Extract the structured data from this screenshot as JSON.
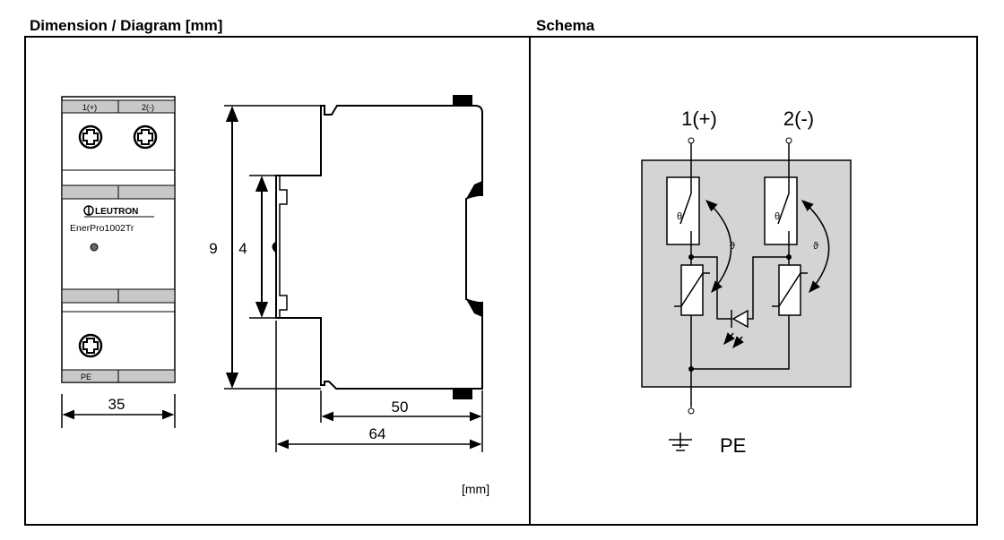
{
  "headings": {
    "left": "Dimension / Diagram [mm]",
    "right": "Schema"
  },
  "front_view": {
    "terminal_top_left": "1(+)",
    "terminal_top_right": "2(-)",
    "brand": "LEUTRON",
    "model": "EnerPro1002Tr",
    "terminal_bottom": "PE",
    "width_dim": "35"
  },
  "side_view": {
    "height_dim": "9",
    "inner_height_dim": "4",
    "depth_dim_short": "50",
    "depth_dim_long": "64",
    "unit": "[mm]"
  },
  "schema": {
    "terminal_left": "1(+)",
    "terminal_right": "2(-)",
    "thermal_symbol": "θ",
    "theta_arrow_symbol": "ϑ",
    "ground_label": "PE",
    "box_color": "#d4d4d4"
  }
}
